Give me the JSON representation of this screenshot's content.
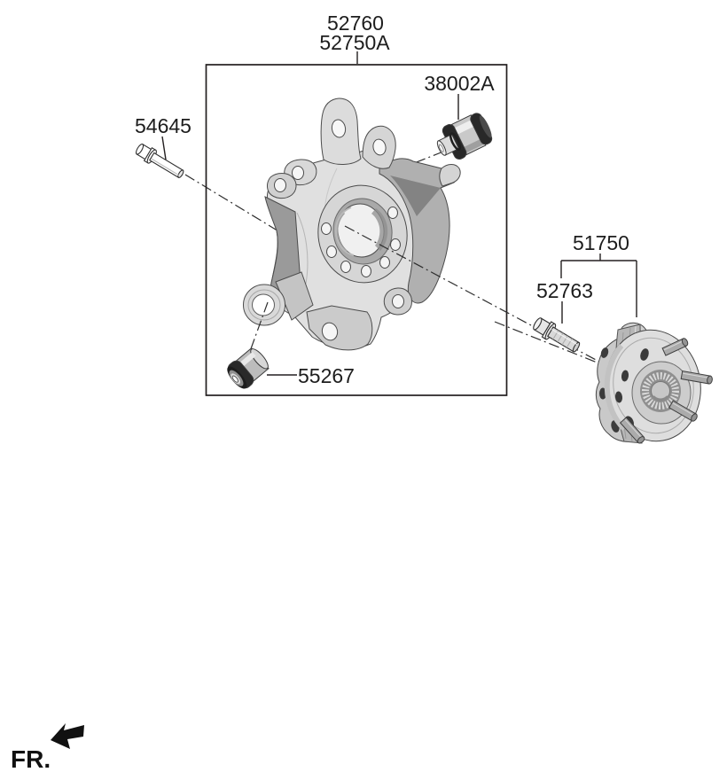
{
  "colors": {
    "background": "#ffffff",
    "ink": "#231f20",
    "part_light": "#e0e0e0",
    "part_mid": "#b3b3b3",
    "part_dark": "#8f8f8f",
    "rubber_black": "#282828"
  },
  "callouts": {
    "knuckle_assembly": {
      "line1": "52760",
      "line2": "52750A"
    },
    "upper_bushing": "38002A",
    "mount_bolt": "54645",
    "lower_bushing": "55267",
    "hub_assembly": "51750",
    "hub_bolt": "52763"
  },
  "front_marker": "FR."
}
